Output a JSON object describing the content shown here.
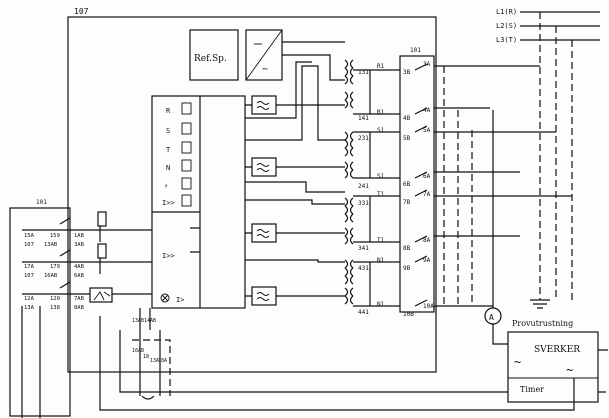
{
  "labels": {
    "main_unit": "107",
    "right_unit": "101",
    "ref_sp": "Ref.Sp.",
    "dc_symbol": "~",
    "phase_l1": "L1(R)",
    "phase_l2": "L2(S)",
    "phase_l3": "L3(T)",
    "provutrustning": "Provutrustning",
    "sverker": "SVERKER",
    "timer": "Timer",
    "ammeter": "A",
    "left_101": "101"
  },
  "relay_rows": [
    "R",
    "S",
    "T",
    "N",
    "⚡",
    "I>>",
    "I>>",
    "I>"
  ],
  "terminals_left": [
    [
      "15A",
      "159",
      "1AB"
    ],
    [
      "107",
      "13AB",
      "3AB"
    ],
    [
      "17A",
      "179",
      "4AB"
    ],
    [
      "107",
      "16AB",
      "6AB"
    ],
    [
      "12A",
      "120",
      "7AB"
    ],
    [
      "13A",
      "138",
      "8AB"
    ]
  ],
  "ct_labels": [
    "131",
    "141",
    "231",
    "241",
    "331",
    "341",
    "431",
    "441"
  ],
  "side_labels": [
    "R1",
    "R1",
    "S1",
    "S1",
    "T1",
    "T1",
    "N1",
    "N1"
  ],
  "term_right": [
    "3A",
    "4A",
    "5A",
    "6A",
    "7A",
    "8A",
    "9A",
    "10A"
  ],
  "term_mid": [
    "3B",
    "4B",
    "5B",
    "6B",
    "7B",
    "8B",
    "9B",
    "10B"
  ],
  "bottom_terms": [
    "13AB",
    "14AB",
    "16AB",
    "18",
    "13A",
    "18A"
  ]
}
